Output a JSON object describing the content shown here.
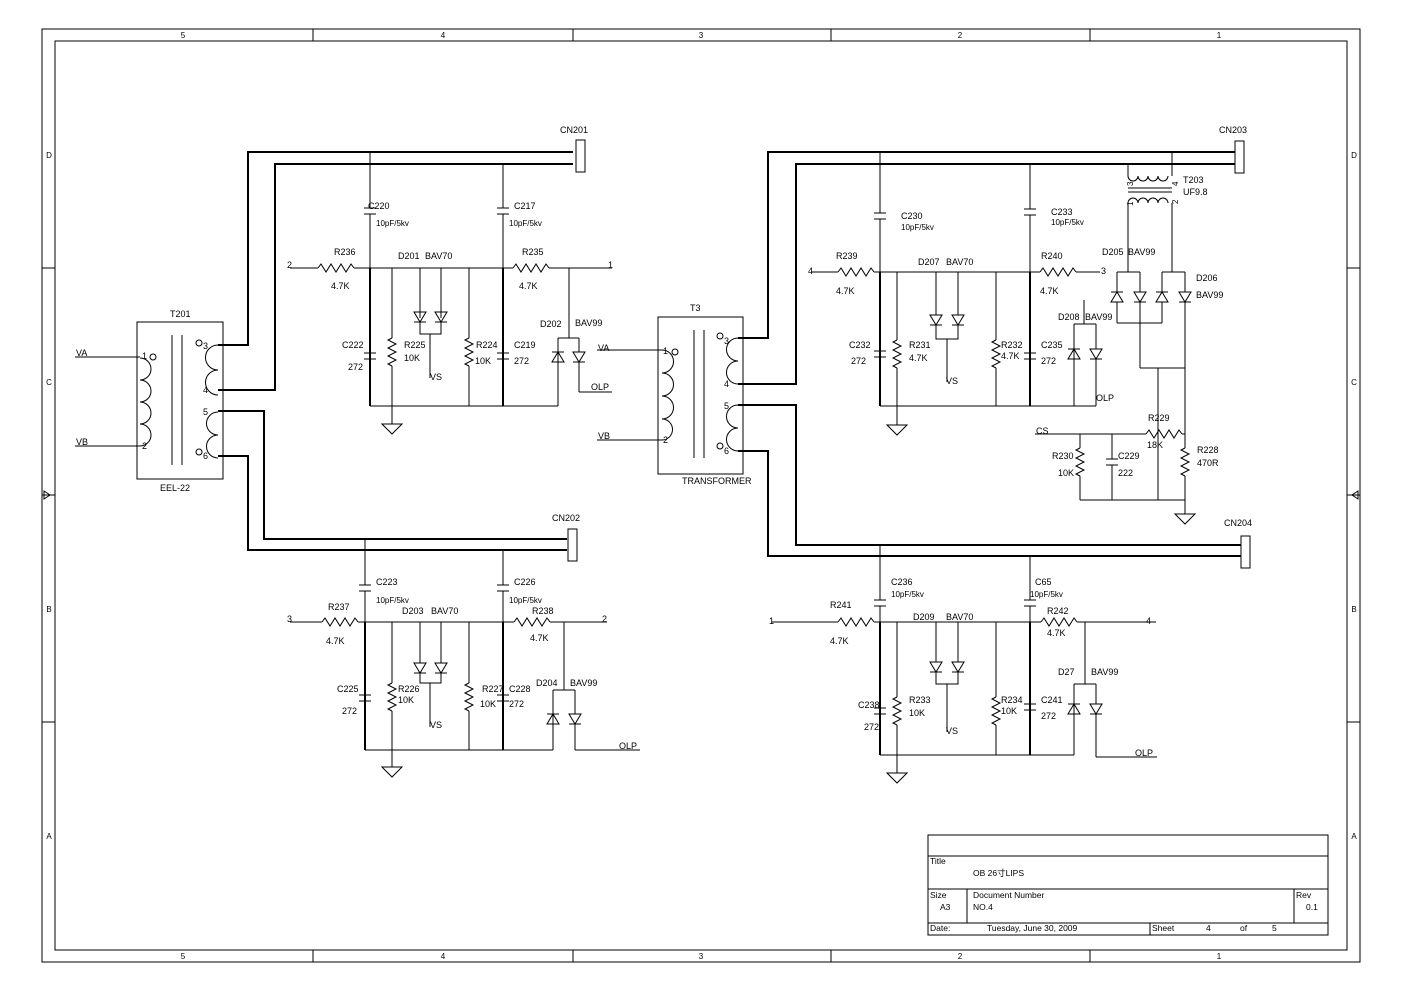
{
  "border": {
    "cols": [
      "5",
      "4",
      "3",
      "2",
      "1"
    ],
    "rows": [
      "D",
      "C",
      "B",
      "A"
    ]
  },
  "title_block": {
    "title_label": "Title",
    "title": "OB 26寸LIPS",
    "size_label": "Size",
    "size": "A3",
    "docnum_label": "Document Number",
    "docnum": "NO.4",
    "rev_label": "Rev",
    "rev": "0.1",
    "date_label": "Date:",
    "date": "Tuesday, June 30, 2009",
    "sheet_label": "Sheet",
    "sheet": "4",
    "of_label": "of",
    "total": "5"
  },
  "labels": {
    "T201": "T201",
    "EEL22": "EEL-22",
    "VA": "VA",
    "VB": "VB",
    "p1": "1",
    "p2": "2",
    "p3": "3",
    "p4": "4",
    "p5": "5",
    "p6": "6",
    "CN201": "CN201",
    "CN202": "CN202",
    "CN203": "CN203",
    "CN204": "CN204",
    "C220": "C220",
    "C217": "C217",
    "C223": "C223",
    "C226": "C226",
    "C230": "C230",
    "C233": "C233",
    "C236": "C236",
    "C65": "C65",
    "v10pF": "10pF/5kv",
    "R236": "R236",
    "R235": "R235",
    "R237": "R237",
    "R238": "R238",
    "R239": "R239",
    "R240": "R240",
    "R241": "R241",
    "R242": "R242",
    "v47K": "4.7K",
    "D201": "D201",
    "D203": "D203",
    "D207": "D207",
    "D209": "D209",
    "BAV70": "BAV70",
    "D202": "D202",
    "D204": "D204",
    "D205": "D205",
    "D206": "D206",
    "D208": "D208",
    "D27": "D27",
    "BAV99": "BAV99",
    "C222": "C222",
    "C219": "C219",
    "C225": "C225",
    "C228": "C228",
    "C232": "C232",
    "C235": "C235",
    "C238": "C238",
    "C241": "C241",
    "C229": "C229",
    "v272": "272",
    "v222": "222",
    "R225": "R225",
    "R224": "R224",
    "R226": "R226",
    "R227": "R227",
    "R231": "R231",
    "R232": "R232",
    "R233": "R233",
    "R234": "R234",
    "R229": "R229",
    "R230": "R230",
    "R228": "R228",
    "v10K": "10K",
    "v18K": "18K",
    "v470R": "470R",
    "VS": "VS",
    "OLP": "OLP",
    "CS": "CS",
    "T3": "T3",
    "TRANSFORMER": "TRANSFORMER",
    "T203": "T203",
    "UF98": "UF9.8"
  }
}
